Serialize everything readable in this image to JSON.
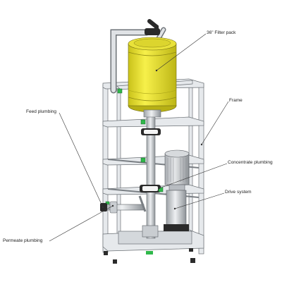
{
  "labels": {
    "filter_pack": "36\" Filter pack",
    "frame": "Frame",
    "feed_plumbing": "Feed plumbing",
    "concentrate_plumbing": "Concentrate plumbing",
    "drive_system": "Drive system",
    "permeate_plumbing": "Permeate plumbing"
  },
  "colors": {
    "filter_pack": "#f2ea2a",
    "frame": "#e4e7ea",
    "motor": "#c9cdd1",
    "valve_green": "#2fb84a",
    "clamp": "#2a2a2a"
  }
}
